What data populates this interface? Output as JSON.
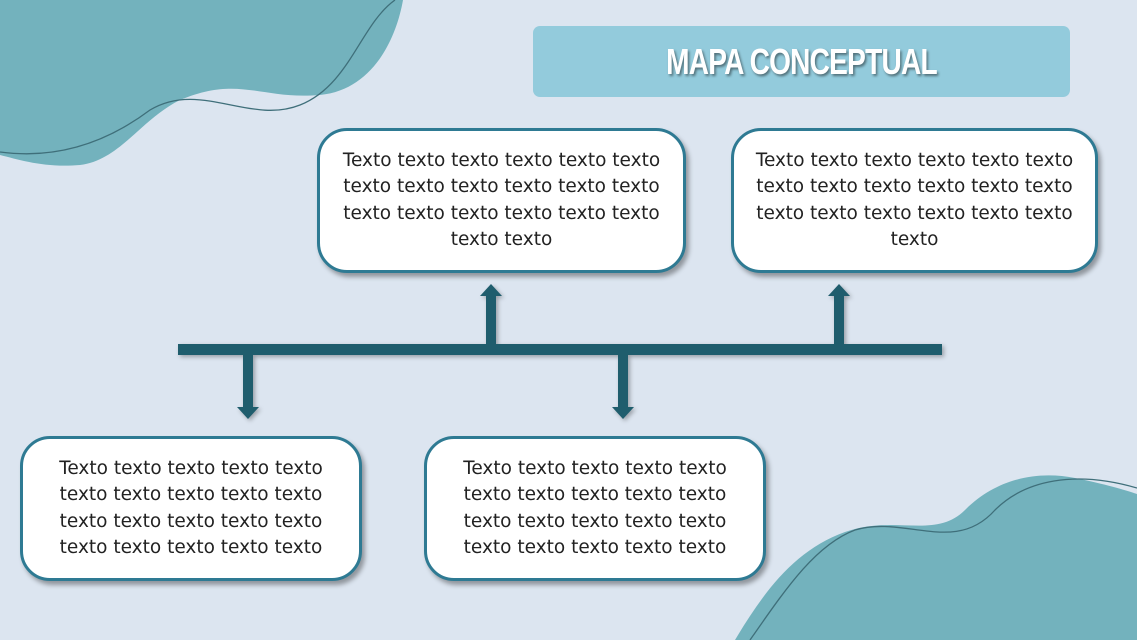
{
  "title": "MAPA CONCEPTUAL",
  "colors": {
    "background": "#dce5f0",
    "accent_teal": "#73b2bd",
    "title_box": "#93cbdc",
    "connector": "#1f5d6d",
    "card_border": "#2e7a93"
  },
  "cards": [
    {
      "text": "Texto texto texto texto texto texto texto texto texto texto texto texto texto texto texto texto texto texto texto texto"
    },
    {
      "text": "Texto texto texto texto texto texto texto texto texto texto texto texto texto texto texto texto texto texto texto"
    },
    {
      "text": "Texto texto texto texto texto texto texto texto texto texto texto texto texto texto texto texto texto texto texto texto"
    },
    {
      "text": "Texto texto texto texto texto texto texto texto texto texto texto texto texto texto texto texto texto texto texto texto"
    }
  ]
}
